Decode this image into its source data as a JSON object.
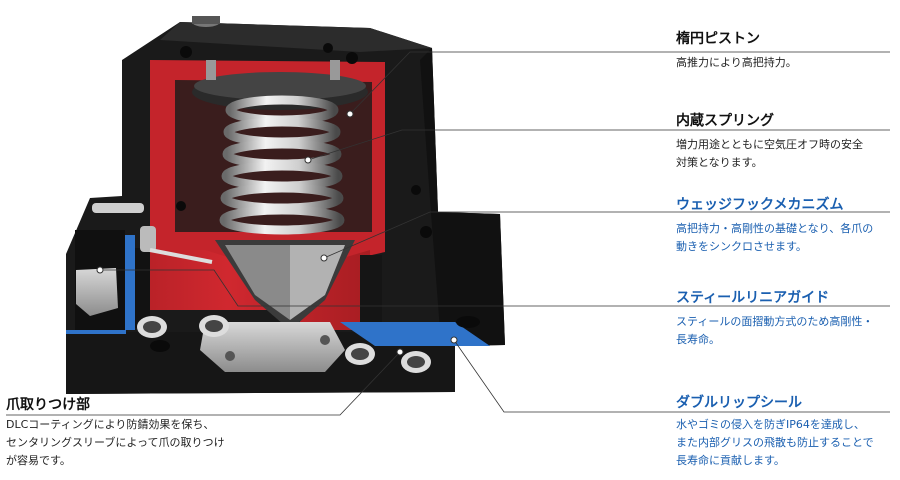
{
  "callouts": {
    "piston": {
      "title": "楕円ピストン",
      "lines": [
        "高推力により高把持力。"
      ]
    },
    "spring": {
      "title": "内蔵スプリング",
      "lines": [
        "増力用途とともに空気圧オフ時の安全",
        "対策となります。"
      ]
    },
    "wedge": {
      "title": "ウェッジフックメカニズム",
      "lines": [
        "高把持力・高剛性の基礎となり、各爪の",
        "動きをシンクロさせます。"
      ]
    },
    "guide": {
      "title": "スティールリニアガイド",
      "lines": [
        "スティールの面摺動方式のため高剛性・",
        "長寿命。"
      ]
    },
    "seal": {
      "title": "ダブルリップシール",
      "lines": [
        "水やゴミの侵入を防ぎIP64を達成し、",
        "また内部グリスの飛散も防止することで",
        "長寿命に貢献します。"
      ]
    },
    "jaw": {
      "title": "爪取りつけ部",
      "lines": [
        "DLCコーティングにより防錆効果を保ち、",
        "センタリングスリーブによって爪の取りつけ",
        "が容易です。"
      ]
    }
  },
  "colors": {
    "body": "#1b1b1b",
    "cutaway": "#c4242b",
    "seal_blue": "#2f73c9",
    "accent_blue": "#1a5fb0",
    "highlight": "#ffff33"
  }
}
